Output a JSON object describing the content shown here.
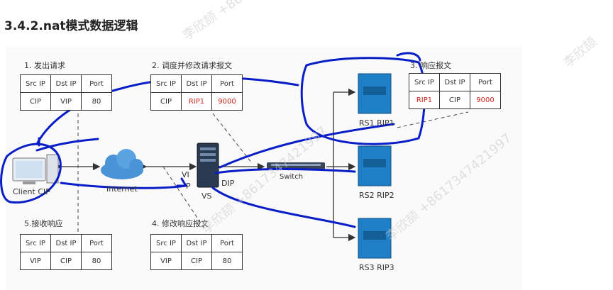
{
  "title": "3.4.2.nat模式数据逻辑",
  "steps": {
    "s1": "1. 发出请求",
    "s2": "2. 调度并修改请求报文",
    "s3": "3. 响应报文",
    "s4": "4. 修改响应报文",
    "s5": "5.接收响应"
  },
  "headers": [
    "Src IP",
    "Dst IP",
    "Port"
  ],
  "tables": {
    "t1": [
      "CIP",
      "VIP",
      "80"
    ],
    "t2": [
      "CIP",
      "RIP1",
      "9000"
    ],
    "t3": [
      "RIP1",
      "CIP",
      "9000"
    ],
    "t4": [
      "VIP",
      "CIP",
      "80"
    ],
    "t5": [
      "VIP",
      "CIP",
      "80"
    ]
  },
  "nodes": {
    "client": "Client CIP",
    "internet": "Internet",
    "vip": "VI",
    "vip2": "P",
    "vs": "VS",
    "dip": "DIP",
    "switch": "Switch",
    "rs1": "RS1 RIP1",
    "rs2": "RS2 RIP2",
    "rs3": "RS3 RIP3"
  },
  "watermarks": [
    "李欣颉 +86",
    "李欣颉 +8617347421997",
    "李欣颉 +8617347421997",
    "李欣颉"
  ],
  "colors": {
    "annotation": "#0a1ec8",
    "red_text": "#d0261d",
    "server_blue": "#1f80c8"
  }
}
